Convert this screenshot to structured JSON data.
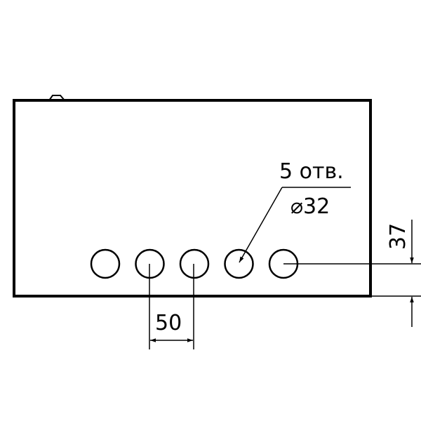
{
  "drawing": {
    "hole_callout": {
      "count_label": "5 отв.",
      "diameter_label": "⌀32"
    },
    "hole_count": 5,
    "dimension_spacing": {
      "value": "50"
    },
    "dimension_edge_offset": {
      "value": "37"
    },
    "colors": {
      "line": "#000000",
      "background": "#ffffff"
    }
  }
}
